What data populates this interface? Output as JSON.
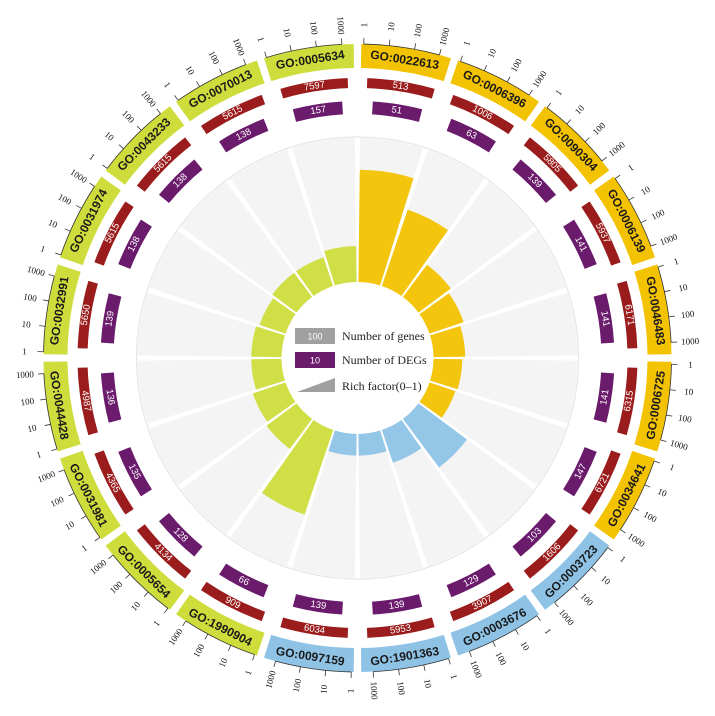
{
  "chart_data": {
    "type": "circular-bar",
    "colors": {
      "yellow": "#f3c200",
      "green": "#cfdd3c",
      "blue": "#8ec3e6",
      "genes_band": "#9b1c1c",
      "degs_box": "#6b1b6b",
      "background_sector": "#f4f4f4",
      "legend_genes": "#a0a0a0",
      "legend_degs": "#6b1b6b",
      "legend_rich": "#a0a0a0"
    },
    "scale_ticks": [
      "1",
      "10",
      "100",
      "1000"
    ],
    "legend": [
      {
        "label": "Number of genes",
        "box_text": "100"
      },
      {
        "label": "Number of DEGs",
        "box_text": "10"
      },
      {
        "label": "Rich factor(0–1)",
        "box_text": ""
      }
    ],
    "categories": [
      {
        "id": "GO:0022613",
        "group": "yellow",
        "genes": "513",
        "degs": "51",
        "rich": 0.78
      },
      {
        "id": "GO:0006396",
        "group": "yellow",
        "genes": "1006",
        "degs": "63",
        "rich": 0.56
      },
      {
        "id": "GO:0090304",
        "group": "yellow",
        "genes": "5805",
        "degs": "139",
        "rich": 0.28
      },
      {
        "id": "GO:0006139",
        "group": "yellow",
        "genes": "5937",
        "degs": "141",
        "rich": 0.25
      },
      {
        "id": "GO:0046483",
        "group": "yellow",
        "genes": "6171",
        "degs": "141",
        "rich": 0.22
      },
      {
        "id": "GO:0006725",
        "group": "yellow",
        "genes": "6315",
        "degs": "141",
        "rich": 0.2
      },
      {
        "id": "GO:0034641",
        "group": "yellow",
        "genes": "6721",
        "degs": "147",
        "rich": 0.19
      },
      {
        "id": "GO:0003723",
        "group": "blue",
        "genes": "1606",
        "degs": "103",
        "rich": 0.42
      },
      {
        "id": "GO:0003676",
        "group": "blue",
        "genes": "3907",
        "degs": "129",
        "rich": 0.24
      },
      {
        "id": "GO:1901363",
        "group": "blue",
        "genes": "5953",
        "degs": "139",
        "rich": 0.15
      },
      {
        "id": "GO:0097159",
        "group": "blue",
        "genes": "6034",
        "degs": "139",
        "rich": 0.15
      },
      {
        "id": "GO:1990904",
        "group": "green",
        "genes": "909",
        "degs": "66",
        "rich": 0.62
      },
      {
        "id": "GO:0005654",
        "group": "green",
        "genes": "4134",
        "degs": "128",
        "rich": 0.26
      },
      {
        "id": "GO:0031981",
        "group": "green",
        "genes": "4365",
        "degs": "135",
        "rich": 0.24
      },
      {
        "id": "GO:0044428",
        "group": "green",
        "genes": "4987",
        "degs": "136",
        "rich": 0.21
      },
      {
        "id": "GO:0032991",
        "group": "green",
        "genes": "5650",
        "degs": "139",
        "rich": 0.21
      },
      {
        "id": "GO:0031974",
        "group": "green",
        "genes": "5615",
        "degs": "138",
        "rich": 0.19
      },
      {
        "id": "GO:0043233",
        "group": "green",
        "genes": "5615",
        "degs": "138",
        "rich": 0.21
      },
      {
        "id": "GO:0070013",
        "group": "green",
        "genes": "5615",
        "degs": "138",
        "rich": 0.21
      },
      {
        "id": "GO:0005634",
        "group": "green",
        "genes": "7597",
        "degs": "157",
        "rich": 0.25
      }
    ]
  }
}
